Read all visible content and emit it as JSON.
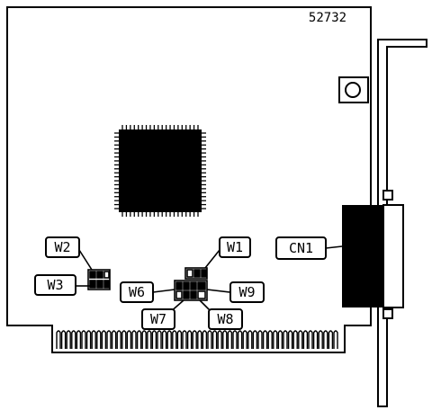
{
  "part_number": "52732",
  "labels": {
    "w1": "W1",
    "w2": "W2",
    "w3": "W3",
    "w6": "W6",
    "w7": "W7",
    "w8": "W8",
    "w9": "W9",
    "cn1": "CN1"
  },
  "colors": {
    "ink": "#000000",
    "paper": "#ffffff"
  }
}
